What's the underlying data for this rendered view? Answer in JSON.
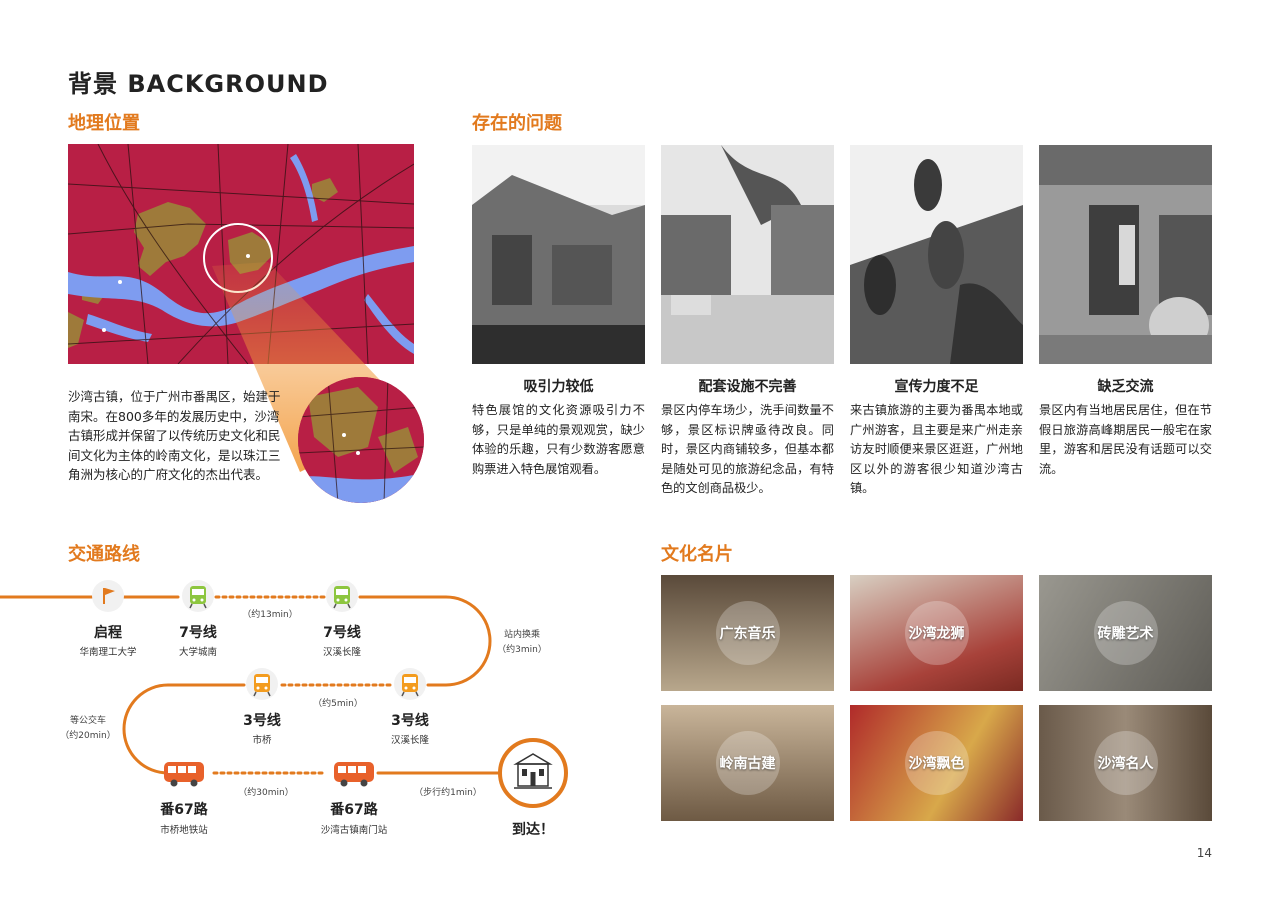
{
  "title": "背景 BACKGROUND",
  "location": {
    "heading": "地理位置",
    "description": "沙湾古镇，位于广州市番禺区，始建于南宋。在800多年的发展历史中，沙湾古镇形成并保留了以传统历史文化和民间文化为主体的岭南文化，是以珠江三角洲为核心的广府文化的杰出代表。",
    "colors": {
      "land": "#b81f45",
      "water": "#7e9cf0",
      "urban": "#9e7a3a",
      "highlight": "#f29a3a"
    }
  },
  "problems": {
    "heading": "存在的问题",
    "items": [
      {
        "title": "吸引力较低",
        "desc": "特色展馆的文化资源吸引力不够，只是单纯的景观观赏，缺少体验的乐趣，只有少数游客愿意购票进入特色展馆观看。"
      },
      {
        "title": "配套设施不完善",
        "desc": "景区内停车场少，洗手间数量不够，景区标识牌亟待改良。同时，景区内商铺较多，但基本都是随处可见的旅游纪念品，有特色的文创商品极少。"
      },
      {
        "title": "宣传力度不足",
        "desc": "来古镇旅游的主要为番禺本地或广州游客，且主要是来广州走亲访友时顺便来景区逛逛，广州地区以外的游客很少知道沙湾古镇。"
      },
      {
        "title": "缺乏交流",
        "desc": "景区内有当地居民居住，但在节假日旅游高峰期居民一般宅在家里，游客和居民没有话题可以交流。"
      }
    ]
  },
  "culture": {
    "heading": "文化名片",
    "items": [
      {
        "label": "广东音乐"
      },
      {
        "label": "沙湾龙狮"
      },
      {
        "label": "砖雕艺术"
      },
      {
        "label": "岭南古建"
      },
      {
        "label": "沙湾飘色"
      },
      {
        "label": "沙湾名人"
      }
    ]
  },
  "route": {
    "heading": "交通路线",
    "accent": "#e27a1e",
    "stops": [
      {
        "name": "启程",
        "sub": "华南理工大学",
        "icon": "flag-icon"
      },
      {
        "name": "7号线",
        "sub": "大学城南",
        "icon": "metro-icon"
      },
      {
        "name": "7号线",
        "sub": "汉溪长隆",
        "icon": "metro-icon"
      },
      {
        "name": "3号线",
        "sub": "市桥",
        "icon": "metro-icon"
      },
      {
        "name": "3号线",
        "sub": "汉溪长隆",
        "icon": "metro-icon"
      },
      {
        "name": "番67路",
        "sub": "市桥地铁站",
        "icon": "bus-icon"
      },
      {
        "name": "番67路",
        "sub": "沙湾古镇南门站",
        "icon": "bus-icon"
      },
      {
        "name": "到达！",
        "sub": "",
        "icon": "building-icon"
      }
    ],
    "notes": {
      "n1": "（约13min）",
      "n2a": "站内换乘",
      "n2b": "（约3min）",
      "n3": "（约5min）",
      "n4a": "等公交车",
      "n4b": "（约20min）",
      "n5": "（约30min）",
      "n6": "（步行约1min）"
    }
  },
  "page_number": "14"
}
